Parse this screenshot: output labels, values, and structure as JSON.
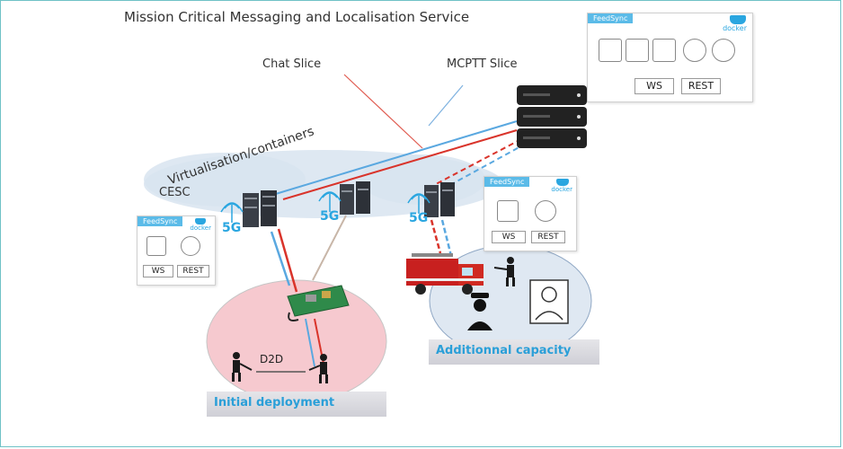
{
  "title": "Mission Critical Messaging and Localisation Service",
  "labels": {
    "chat_slice": "Chat Slice",
    "mcptt_slice": "MCPTT Slice",
    "virtualisation": "Virtualisation/containers",
    "cesc": "CESC",
    "d2d": "D2D"
  },
  "zones": {
    "initial": "Initial deployment",
    "additional": "Additionnal capacity"
  },
  "panels": {
    "feedsync_tag": "FeedSync",
    "docker_label": "docker",
    "ws": "WS",
    "rest": "REST"
  },
  "badges": {
    "fiveg": "5G"
  }
}
